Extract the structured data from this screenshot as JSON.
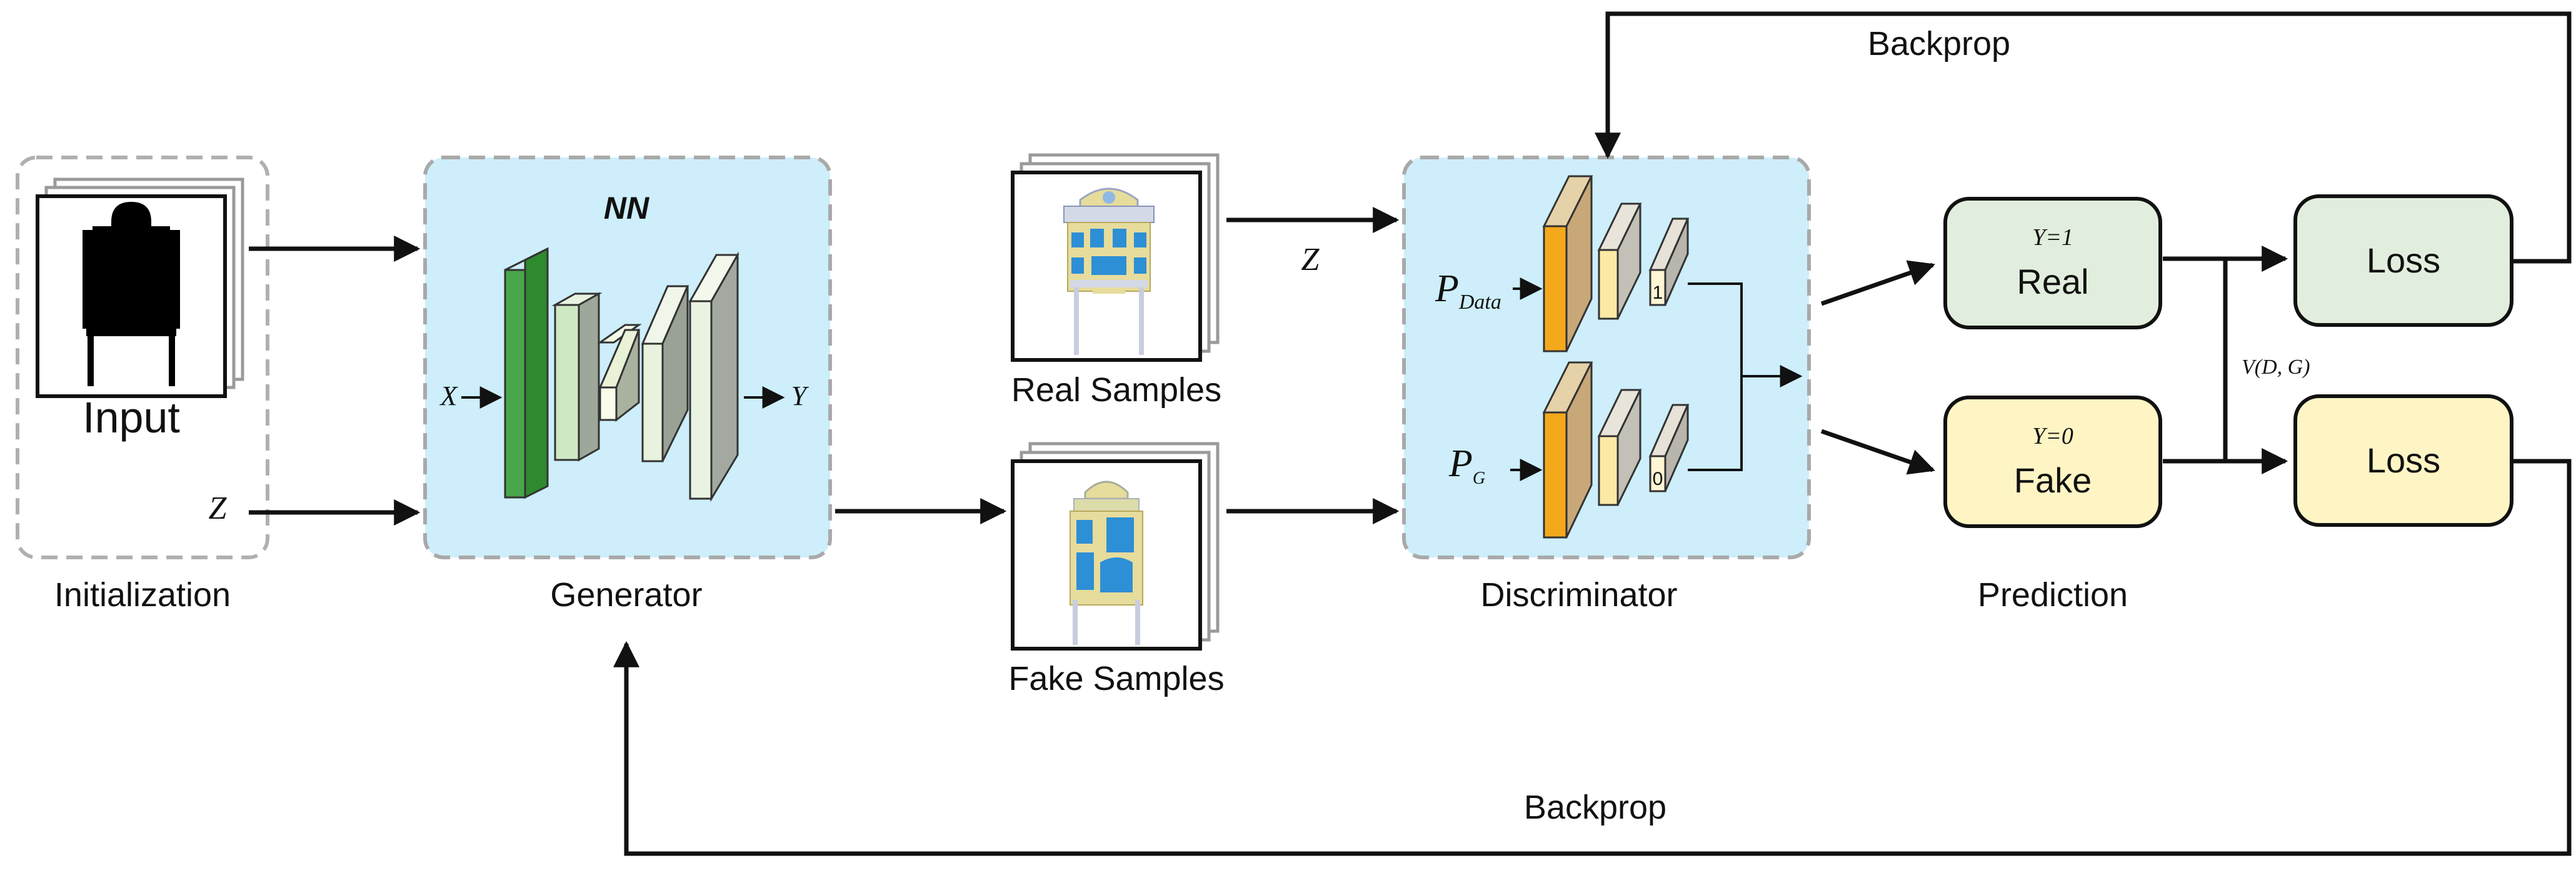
{
  "initialization": {
    "input_label": "Input",
    "z_label": "Z",
    "caption": "Initialization"
  },
  "generator": {
    "nn_label": "NN",
    "x_label": "X",
    "y_label": "Y",
    "caption": "Generator"
  },
  "samples": {
    "real_caption": "Real Samples",
    "fake_caption": "Fake Samples",
    "z_label": "Z"
  },
  "discriminator": {
    "p_data_main": "P",
    "p_data_sub": "Data",
    "p_g_main": "P",
    "p_g_sub": "G",
    "output_real": "1",
    "output_fake": "0",
    "caption": "Discriminator"
  },
  "prediction": {
    "real_formula": "Y=1",
    "real_label": "Real",
    "fake_formula": "Y=0",
    "fake_label": "Fake",
    "caption": "Prediction"
  },
  "loss": {
    "top_label": "Loss",
    "bottom_label": "Loss",
    "objective": "V(D, G)"
  },
  "backprop": {
    "top_label": "Backprop",
    "bottom_label": "Backprop"
  },
  "colors": {
    "panel_fill": "#cdeefa",
    "panel_border": "#a9a9a9",
    "real_fill": "#e2eedd",
    "fake_fill": "#fff5c4",
    "disc_orange": "#f4a81b",
    "gen_green": "#4aa64a",
    "facade_beige": "#e6dc9c",
    "facade_blue": "#2d8fd5"
  }
}
